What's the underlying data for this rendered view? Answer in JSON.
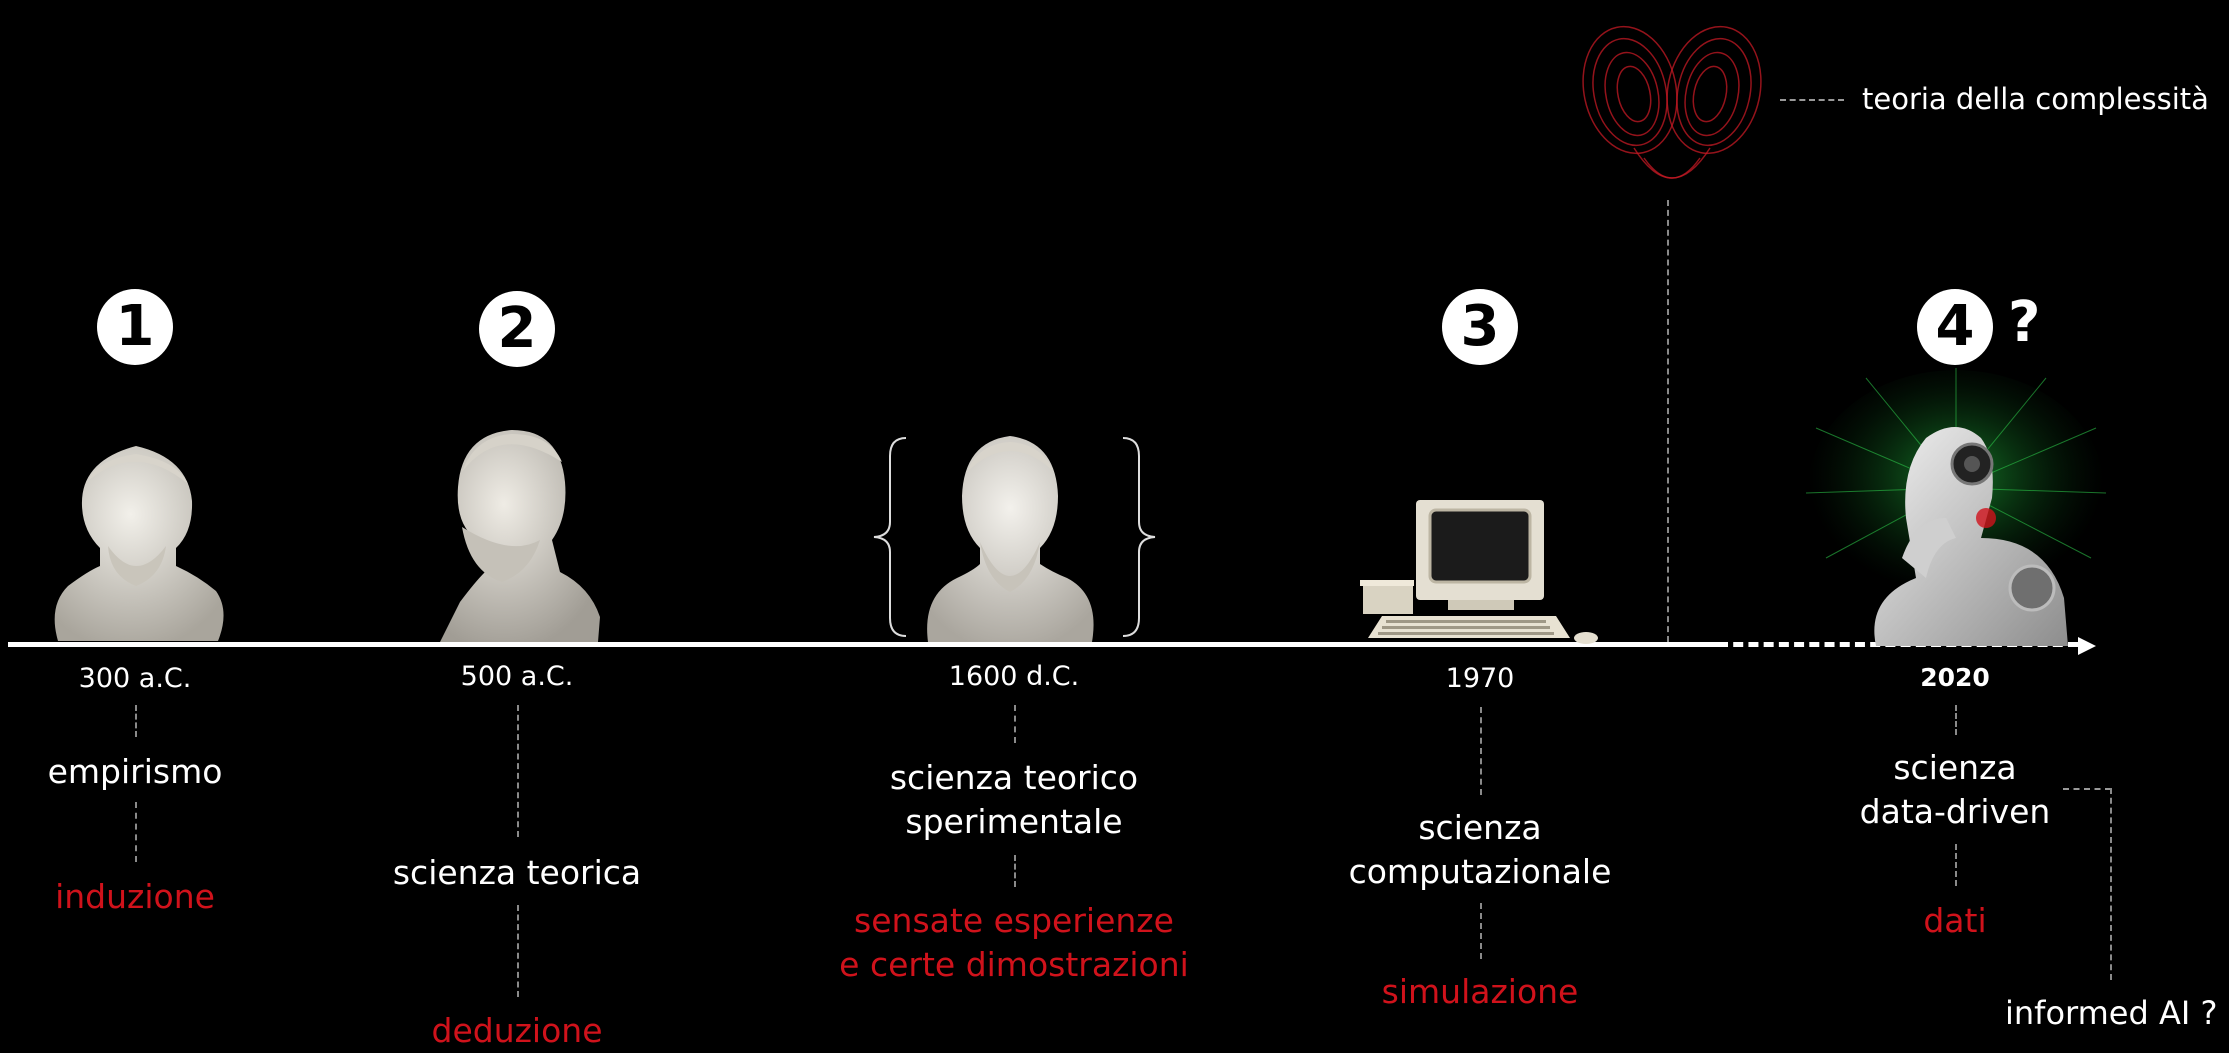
{
  "eras": [
    {
      "badge": "1",
      "year": "300 a.C.",
      "concept": "empirismo",
      "method": "induzione",
      "icon": "aristotle-bust"
    },
    {
      "badge": "2",
      "year": "500 a.C.",
      "concept": "scienza teorica",
      "method": "deduzione",
      "icon": "pythagoras-bust"
    },
    {
      "badge": "",
      "year": "1600 d.C.",
      "concept_line1": "scienza teorico",
      "concept_line2": "sperimentale",
      "method_line1": "sensate esperienze",
      "method_line2": "e certe dimostrazioni",
      "icon": "galileo-bust"
    },
    {
      "badge": "3",
      "year": "1970",
      "concept_line1": "scienza",
      "concept_line2": "computazionale",
      "method": "simulazione",
      "icon": "retro-computer"
    },
    {
      "badge": "4",
      "badge_suffix": "?",
      "year": "2020",
      "concept_line1": "scienza",
      "concept_line2": "data-driven",
      "method": "dati",
      "icon": "robot-thinker"
    }
  ],
  "complexity": {
    "label": "teoria della complessità",
    "icon": "lorenz-attractor"
  },
  "informed_ai": {
    "label": "informed AI ?"
  },
  "colors": {
    "accent": "#d0121b",
    "background": "#000000",
    "text": "#ffffff"
  }
}
